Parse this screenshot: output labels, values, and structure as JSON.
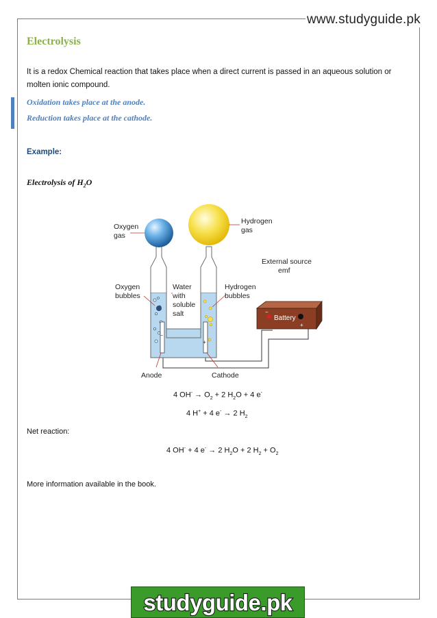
{
  "watermark": "www.studyguide.pk",
  "heading": "Electrolysis",
  "intro": "It is a redox Chemical reaction that takes place when a direct current is passed in an aqueous solution or molten ionic compound.",
  "quotes": [
    "Oxidation takes place at the anode.",
    "Reduction takes place at the cathode."
  ],
  "example_label": "Example:",
  "subtitle": {
    "prefix": "Electrolysis of H",
    "sub": "2",
    "suffix": "O"
  },
  "diagram": {
    "labels": {
      "oxygen_gas_1": "Oxygen",
      "oxygen_gas_2": "gas",
      "hydrogen_gas_1": "Hydrogen",
      "hydrogen_gas_2": "gas",
      "external_1": "External source",
      "external_2": "emf",
      "oxygen_bubbles_1": "Oxygen",
      "oxygen_bubbles_2": "bubbles",
      "water_1": "Water",
      "water_2": "with",
      "water_3": "soluble",
      "water_4": "salt",
      "hydrogen_bubbles_1": "Hydrogen",
      "hydrogen_bubbles_2": "bubbles",
      "battery": "Battery",
      "anode": "Anode",
      "cathode": "Cathode",
      "minus": "−",
      "plus": "+"
    }
  },
  "equations": {
    "anode": {
      "a": "4 OH",
      "a_sup": "-",
      "arrow": " → ",
      "b": "O",
      "b_sub": "2",
      "c": " + 2 H",
      "c_sub": "2",
      "d": "O + 4 e",
      "d_sup": "-"
    },
    "cathode": {
      "a": "4 H",
      "a_sup": "+",
      "b": " + 4 e",
      "b_sup": "-",
      "arrow": " → ",
      "c": "2 H",
      "c_sub": "2"
    },
    "net": {
      "a": "4 OH",
      "a_sup": "-",
      "b": " + 4 e",
      "b_sup": "-",
      "arrow": " → ",
      "c": "2 H",
      "c_sub": "2",
      "d": "O + 2 H",
      "d_sub": "2",
      "e": " + O",
      "e_sub": "2"
    }
  },
  "net_label": "Net reaction:",
  "more_info": "More information available in the book.",
  "logo": "studyguide.pk",
  "colors": {
    "heading": "#8db14a",
    "quote": "#4f81bd",
    "example": "#1f497d",
    "logo_green": "#3a9a2a"
  }
}
